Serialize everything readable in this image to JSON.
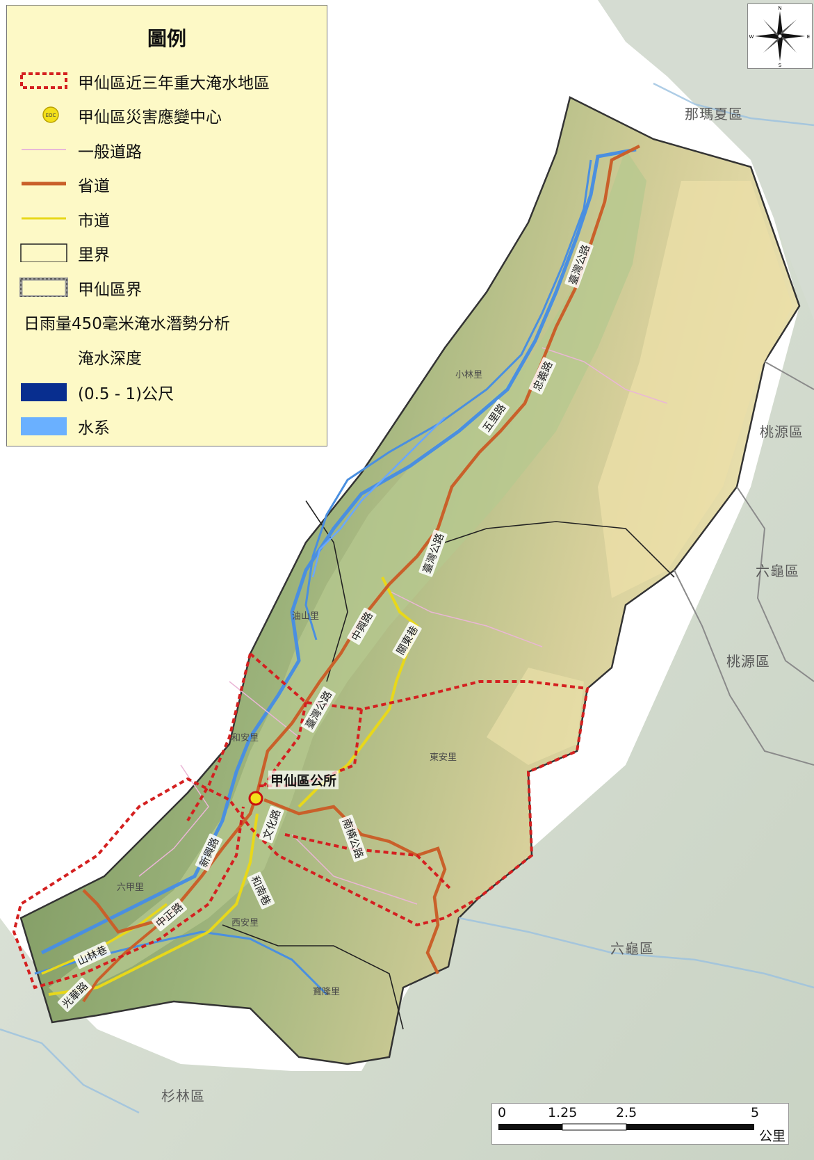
{
  "legend": {
    "title": "圖例",
    "items": [
      {
        "label": "甲仙區近三年重大淹水地區",
        "symbol": "flood-area-dashed-red"
      },
      {
        "label": "甲仙區災害應變中心",
        "symbol": "eoc-yellow-circle",
        "badge": "EOC"
      },
      {
        "label": "一般道路",
        "symbol": "general-road-pink-line"
      },
      {
        "label": "省道",
        "symbol": "provincial-road-orange-line"
      },
      {
        "label": "市道",
        "symbol": "city-road-yellow-line"
      },
      {
        "label": "里界",
        "symbol": "village-boundary-box"
      },
      {
        "label": "甲仙區界",
        "symbol": "district-boundary-box"
      }
    ],
    "analysis_title": "日雨量450毫米淹水潛勢分析",
    "depth_title": "淹水深度",
    "depth_items": [
      {
        "label": "(0.5 - 1)公尺",
        "color": "#082e8f"
      },
      {
        "label": "水系",
        "color": "#6ab0ff"
      }
    ]
  },
  "compass": {
    "n": "N",
    "s": "S",
    "e": "E",
    "w": "W"
  },
  "neighbor_districts": {
    "namasia": "那瑪夏區",
    "taoyuan_1": "桃源區",
    "liugui_1": "六龜區",
    "taoyuan_2": "桃源區",
    "liugui_2": "六龜區",
    "shanlin": "杉林區"
  },
  "villages": {
    "xiaolin": "小林里",
    "shanfeng": "油山里",
    "heyan": "和安里",
    "dongan": "東安里",
    "liujia": "六甲里",
    "xian": "西安里",
    "baolong": "寶隆里"
  },
  "roads": {
    "r1": "臺灣公路",
    "r2": "忠義路",
    "r3": "五里路",
    "r4": "臺灣公路",
    "r5": "中興路",
    "r6": "關東巷",
    "r7": "臺灣公路",
    "r8": "文化路",
    "r9": "南横公路",
    "r10": "新興路",
    "r11": "和南巷",
    "r12": "中正路",
    "r13": "山林巷",
    "r14": "光華路"
  },
  "office_label": "甲仙區公所",
  "scale": {
    "ticks": [
      "0",
      "1.25",
      "2.5",
      "5"
    ],
    "unit": "公里"
  },
  "colors": {
    "background": "#ffffff",
    "neighbor_terrain": "#d8e0d6",
    "district_terrain": "#8fa86a",
    "highland": "#e9e0b0",
    "river": "#4a90e0",
    "flood_boundary": "#d42020",
    "provincial_road": "#c9602a",
    "city_road": "#e8d81a",
    "general_road": "#e8b8d8",
    "legend_bg": "#fdf9c6"
  }
}
